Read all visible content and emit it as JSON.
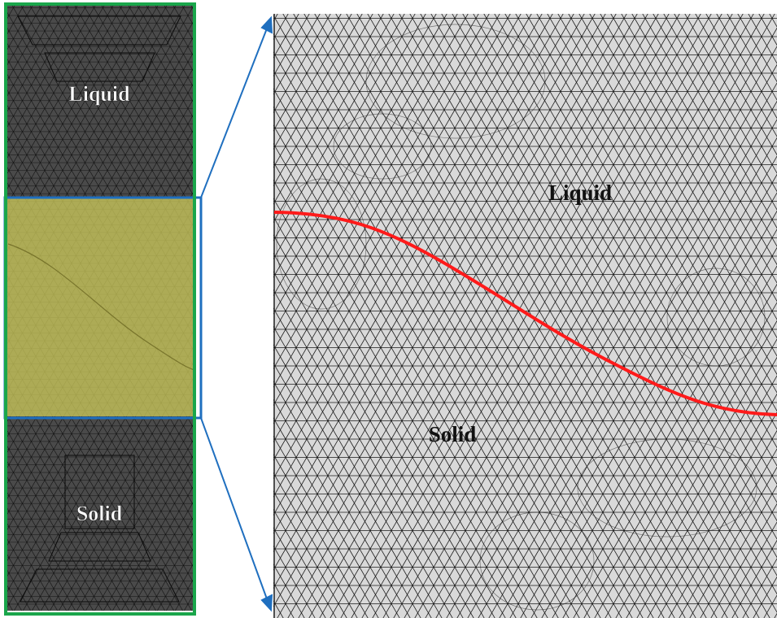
{
  "overview": {
    "top_label": "Liquid",
    "bottom_label": "Solid"
  },
  "zoom": {
    "liquid_label": "Liquid",
    "solid_label": "Solid"
  },
  "colors": {
    "mesh_dark_fill": "#4a4a4a",
    "mesh_dark_lines": "#111111",
    "mesh_light_fill": "#d9d9d9",
    "mesh_light_lines": "#1a1a1a",
    "highlight_fill": "#c9c65a",
    "highlight_border": "#1f6fbf",
    "outer_border": "#1aa64b",
    "interface_line": "#ff1a1a",
    "callout_arrows": "#1f6fbf",
    "label_on_dark": "#ffffff",
    "label_on_light": "#111111"
  }
}
